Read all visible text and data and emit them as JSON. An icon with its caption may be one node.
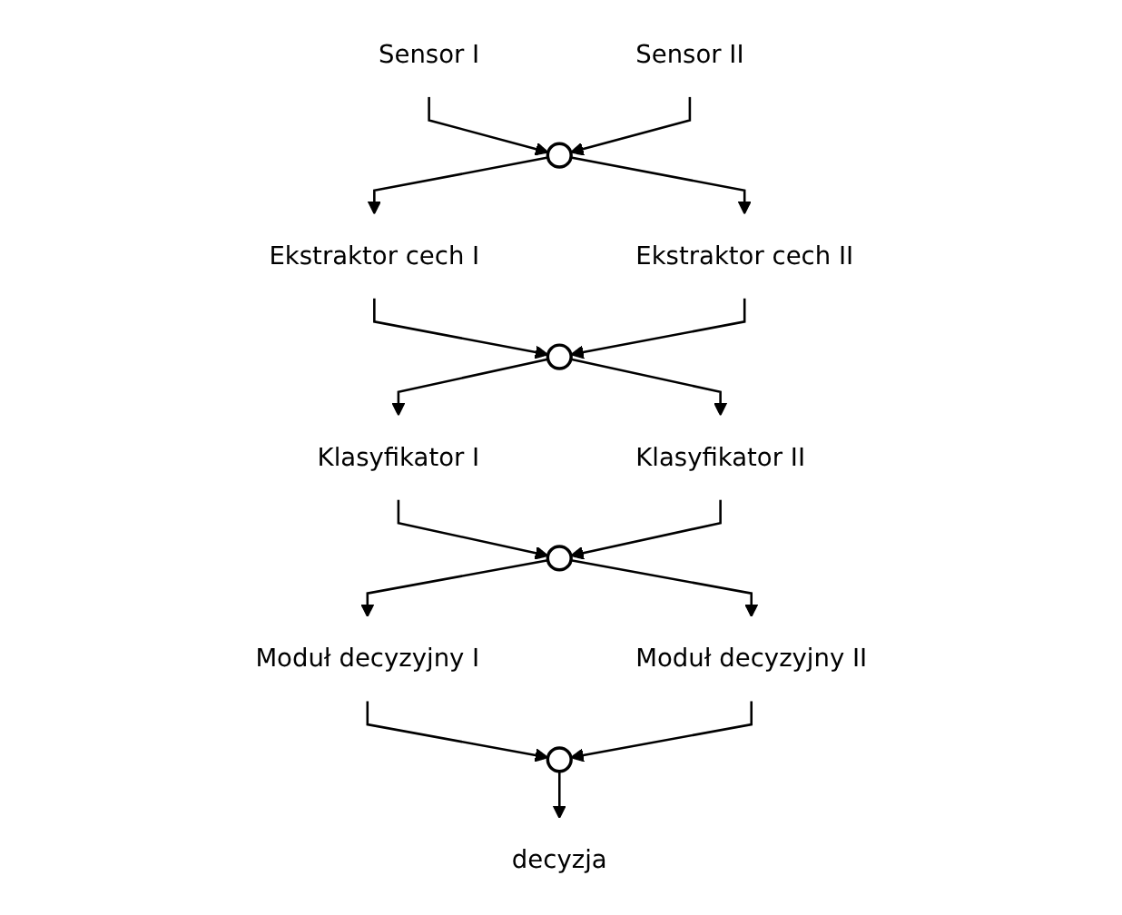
{
  "diagram": {
    "nodes": [
      {
        "text": [
          "Sensor I"
        ]
      },
      {
        "text": [
          "Sensor II"
        ]
      },
      {
        "text": [],
        "shape": "circle"
      },
      {
        "text": [
          "Ekstraktor cech I"
        ]
      },
      {
        "text": [
          "Ekstraktor cech II"
        ]
      },
      {
        "text": [],
        "shape": "circle"
      },
      {
        "text": [
          "Klasyfikator I"
        ]
      },
      {
        "text": [
          "Klasyfikator II"
        ]
      },
      {
        "text": [],
        "shape": "circle"
      },
      {
        "text": [
          "Moduł decyzyjny I"
        ]
      },
      {
        "text": [
          "Moduł decyzyjny II"
        ]
      },
      {
        "text": [],
        "shape": "circle"
      },
      {
        "text": [
          "decyzja"
        ]
      }
    ],
    "edges": [
      {
        "from": 0,
        "to": 2,
        "arrow": "to"
      },
      {
        "from": 1,
        "to": 2,
        "arrow": "to"
      },
      {
        "from": 2,
        "to": 3,
        "arrow": "to"
      },
      {
        "from": 2,
        "to": 4,
        "arrow": "to"
      },
      {
        "from": 3,
        "to": 5,
        "arrow": "to"
      },
      {
        "from": 4,
        "to": 5,
        "arrow": "to"
      },
      {
        "from": 5,
        "to": 6,
        "arrow": "to"
      },
      {
        "from": 5,
        "to": 7,
        "arrow": "to"
      },
      {
        "from": 6,
        "to": 8,
        "arrow": "to"
      },
      {
        "from": 7,
        "to": 8,
        "arrow": "to"
      },
      {
        "from": 8,
        "to": 9,
        "arrow": "to"
      },
      {
        "from": 8,
        "to": 10,
        "arrow": "to"
      },
      {
        "from": 9,
        "to": 11,
        "arrow": "to"
      },
      {
        "from": 10,
        "to": 11,
        "arrow": "to"
      },
      {
        "from": 11,
        "to": 12,
        "arrow": "to"
      }
    ]
  }
}
